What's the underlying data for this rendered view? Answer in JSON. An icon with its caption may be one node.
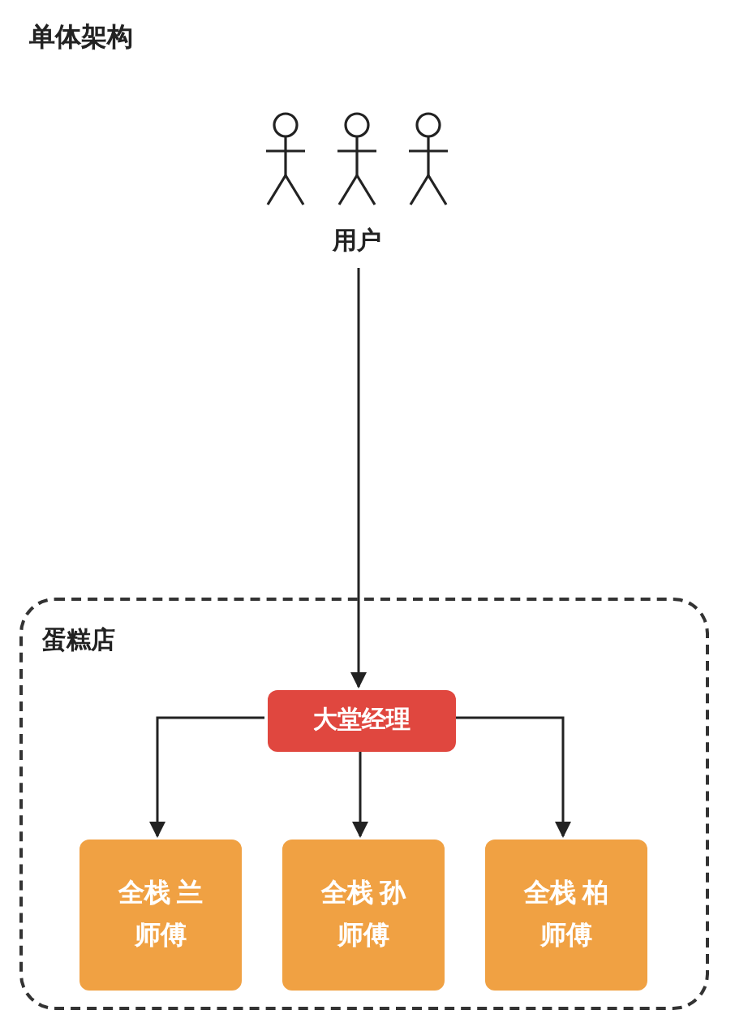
{
  "diagram": {
    "title": "单体架构",
    "nodes": [
      {
        "text": [
          "用户"
        ]
      },
      {
        "text": [
          "蛋糕店"
        ]
      },
      {
        "text": [
          "大堂经理"
        ],
        "in": 1
      },
      {
        "text": [
          "全栈 兰师傅"
        ],
        "in": 1
      },
      {
        "text": [
          "全栈 孙师傅"
        ],
        "in": 1
      },
      {
        "text": [
          "全栈 柏师傅"
        ],
        "in": 1
      }
    ],
    "edges": [
      {
        "from": 0,
        "to": 2,
        "arrow": "to"
      },
      {
        "from": 2,
        "to": 3,
        "arrow": "to"
      },
      {
        "from": 2,
        "to": 4,
        "arrow": "to"
      },
      {
        "from": 2,
        "to": 5,
        "arrow": "to"
      }
    ]
  }
}
